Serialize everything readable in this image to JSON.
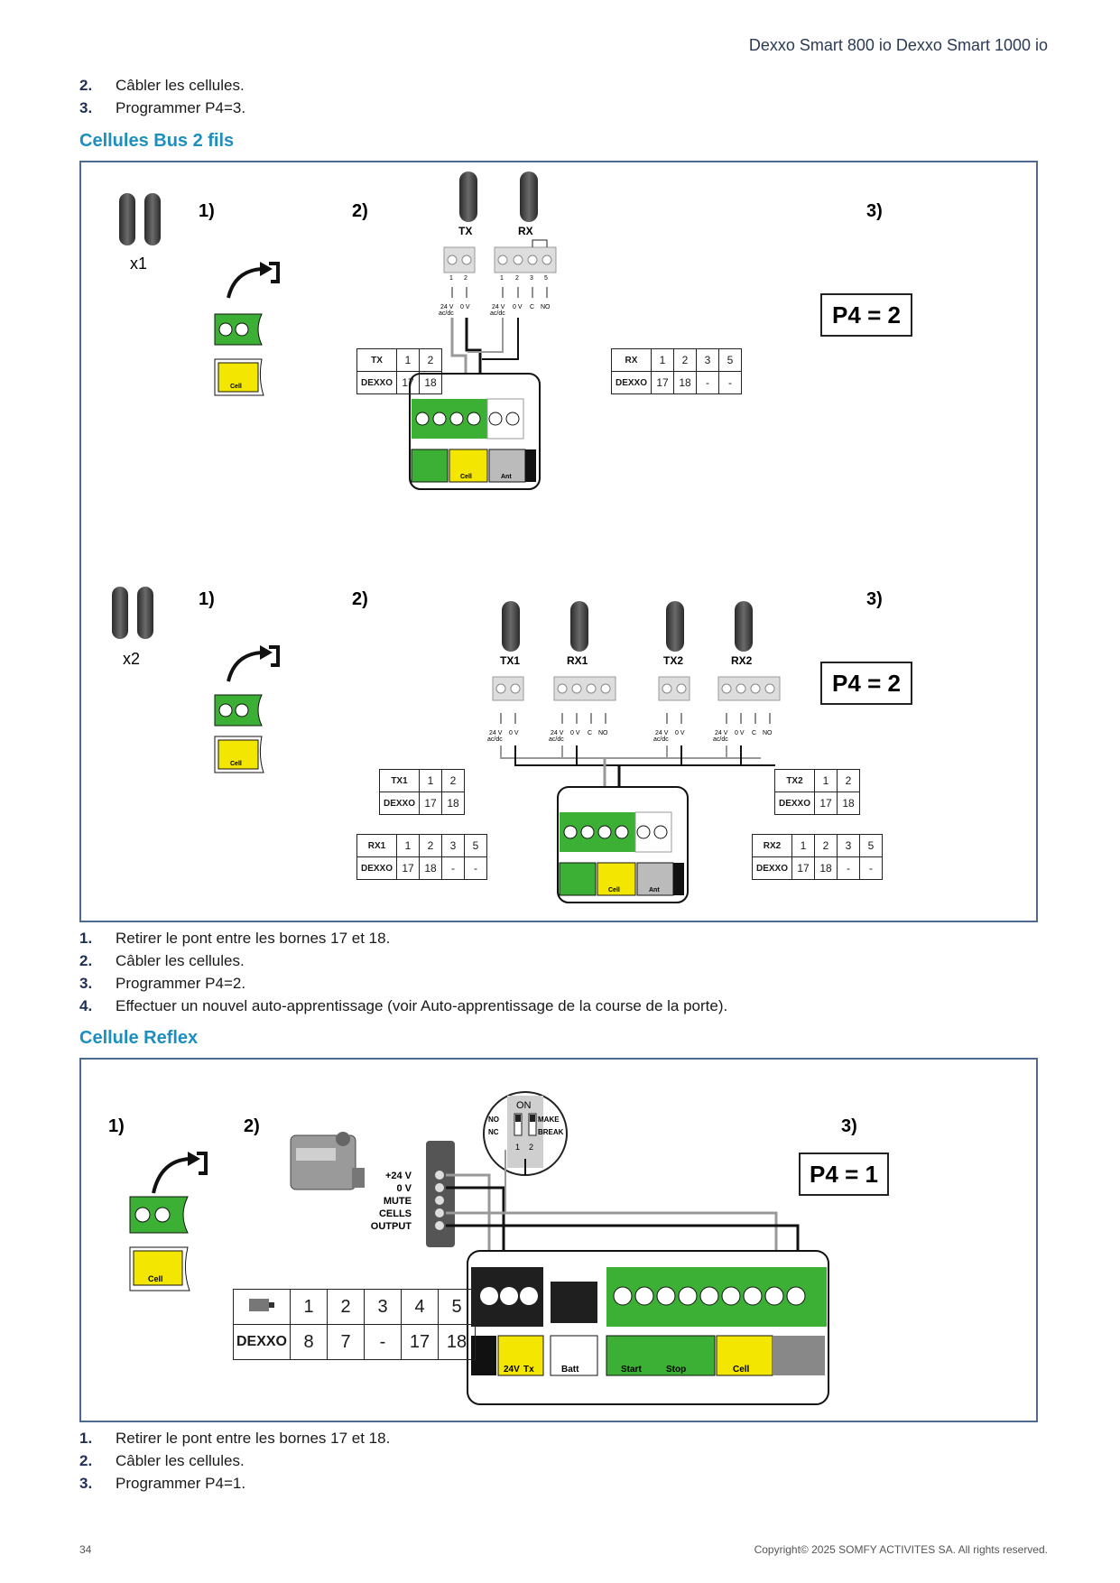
{
  "header": {
    "title": "Dexxo Smart 800 io Dexxo Smart 1000 io"
  },
  "list_top": [
    {
      "n": "2.",
      "t": "Câbler les cellules."
    },
    {
      "n": "3.",
      "t": "Programmer P4=3."
    }
  ],
  "section1": {
    "title": "Cellules Bus 2 fils",
    "block1": {
      "qty": "x1",
      "step1": "1)",
      "step2": "2)",
      "step3": "3)",
      "p4": "P4 = 2",
      "tx_label": "TX",
      "rx_label": "RX",
      "cell_text": "Cell",
      "ant_text": "Ant",
      "wire_24v": "24 V",
      "wire_acdc": "ac/dc",
      "wire_0v": "0 V",
      "wire_c": "C",
      "wire_no": "NO",
      "tx_table": {
        "head": [
          "TX",
          "1",
          "2"
        ],
        "row": [
          "DEXXO",
          "17",
          "18"
        ]
      },
      "rx_table": {
        "head": [
          "RX",
          "1",
          "2",
          "3",
          "5"
        ],
        "row": [
          "DEXXO",
          "17",
          "18",
          "-",
          "-"
        ]
      }
    },
    "block2": {
      "qty": "x2",
      "step1": "1)",
      "step2": "2)",
      "step3": "3)",
      "p4": "P4 = 2",
      "labels": [
        "TX1",
        "RX1",
        "TX2",
        "RX2"
      ],
      "tx1_table": {
        "head": [
          "TX1",
          "1",
          "2"
        ],
        "row": [
          "DEXXO",
          "17",
          "18"
        ]
      },
      "tx2_table": {
        "head": [
          "TX2",
          "1",
          "2"
        ],
        "row": [
          "DEXXO",
          "17",
          "18"
        ]
      },
      "rx1_table": {
        "head": [
          "RX1",
          "1",
          "2",
          "3",
          "5"
        ],
        "row": [
          "DEXXO",
          "17",
          "18",
          "-",
          "-"
        ]
      },
      "rx2_table": {
        "head": [
          "RX2",
          "1",
          "2",
          "3",
          "5"
        ],
        "row": [
          "DEXXO",
          "17",
          "18",
          "-",
          "-"
        ]
      }
    }
  },
  "list_mid": [
    {
      "n": "1.",
      "t": "Retirer le pont entre les bornes 17 et 18."
    },
    {
      "n": "2.",
      "t": "Câbler les cellules."
    },
    {
      "n": "3.",
      "t": "Programmer P4=2."
    },
    {
      "n": "4.",
      "t": "Effectuer un nouvel auto-apprentissage (voir Auto-apprentissage de la course de la porte)."
    }
  ],
  "section2": {
    "title": "Cellule Reflex",
    "step1": "1)",
    "step2": "2)",
    "step3": "3)",
    "p4": "P4 = 1",
    "switch": {
      "on": "ON",
      "no": "NO",
      "nc": "NC",
      "make": "MAKE",
      "break": "BREAK",
      "n1": "1",
      "n2": "2"
    },
    "terminal_labels": [
      "+24 V",
      "0 V",
      "MUTE",
      "CELLS",
      "OUTPUT"
    ],
    "board_labels": {
      "v24": "24V",
      "tx": "Tx",
      "batt": "Batt",
      "start": "Start",
      "stop": "Stop",
      "cell": "Cell"
    },
    "table": {
      "head": [
        "1",
        "2",
        "3",
        "4",
        "5"
      ],
      "row_label": "DEXXO",
      "row": [
        "8",
        "7",
        "-",
        "17",
        "18"
      ]
    }
  },
  "list_bottom": [
    {
      "n": "1.",
      "t": "Retirer le pont entre les bornes 17 et 18."
    },
    {
      "n": "2.",
      "t": "Câbler les cellules."
    },
    {
      "n": "3.",
      "t": "Programmer P4=1."
    }
  ],
  "footer": {
    "page": "34",
    "copyright": "Copyright© 2025 SOMFY ACTIVITES SA. All rights reserved."
  },
  "colors": {
    "accent": "#1d8fbf",
    "panel_border": "#4f6a8f",
    "green": "#3cb034",
    "yellow": "#f3e600"
  }
}
